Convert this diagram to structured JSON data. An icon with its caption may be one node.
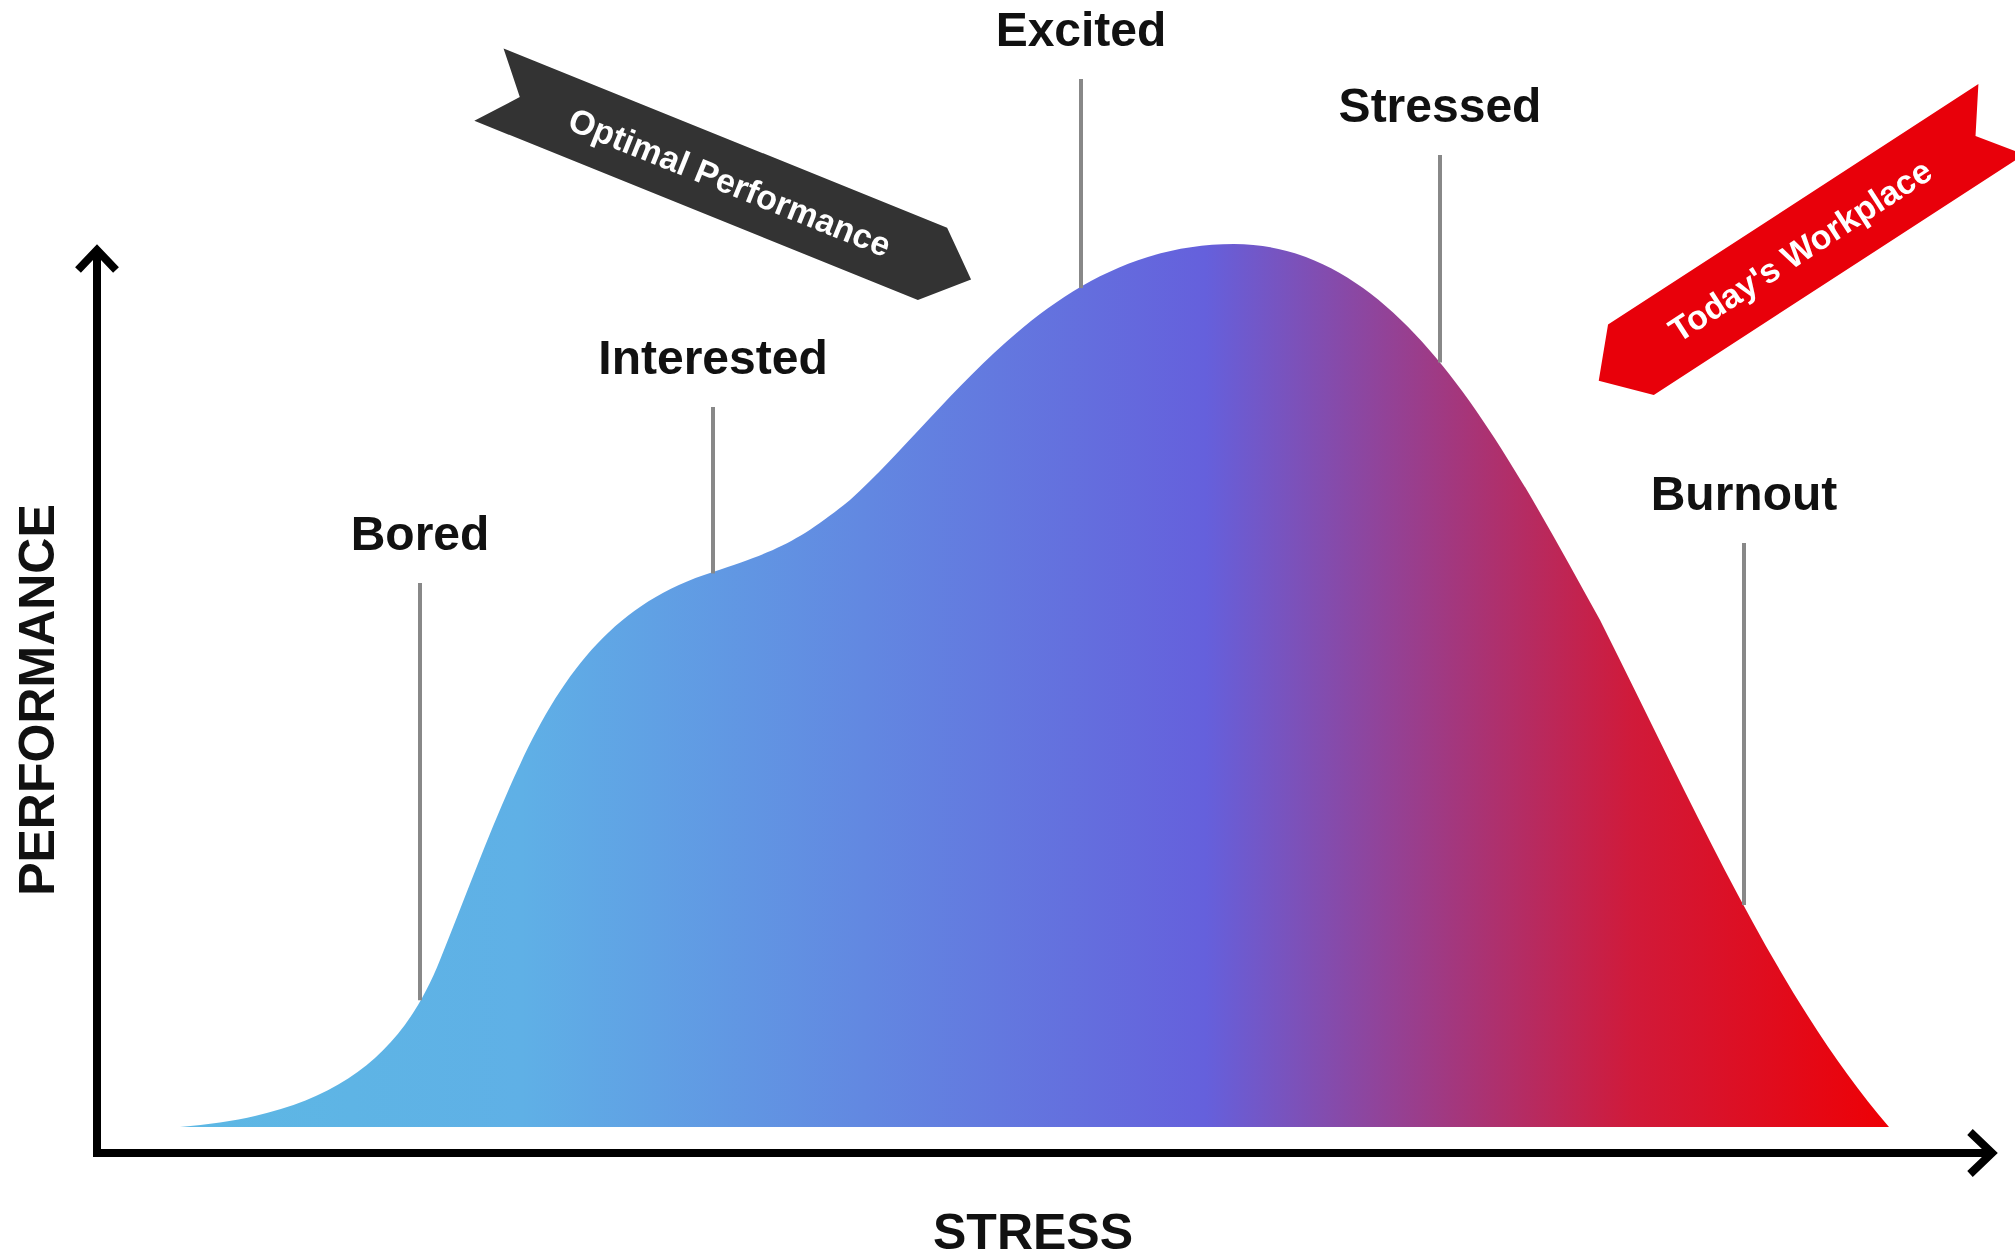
{
  "diagram": {
    "nodes": [
      {
        "text": [
          "Optimal Performance"
        ]
      },
      {
        "text": [
          "Today's Workplace"
        ]
      },
      {
        "text": [
          "Bored"
        ]
      },
      {
        "text": [
          "Interested"
        ]
      },
      {
        "text": [
          "Excited"
        ]
      },
      {
        "text": [
          "Stressed"
        ]
      },
      {
        "text": [
          "Burnout"
        ]
      },
      {
        "text": [],
        "shape": "curve"
      }
    ],
    "edges": [
      {
        "from": 2,
        "to": 7,
        "arrow": "other"
      },
      {
        "from": 3,
        "to": 7,
        "arrow": "other"
      },
      {
        "from": 4,
        "to": 7,
        "arrow": "other"
      },
      {
        "from": 5,
        "to": 7,
        "arrow": "other"
      },
      {
        "from": 6,
        "to": 7,
        "arrow": "other"
      }
    ],
    "labels": [
      "PERFORMANCE",
      "STRESS"
    ]
  }
}
